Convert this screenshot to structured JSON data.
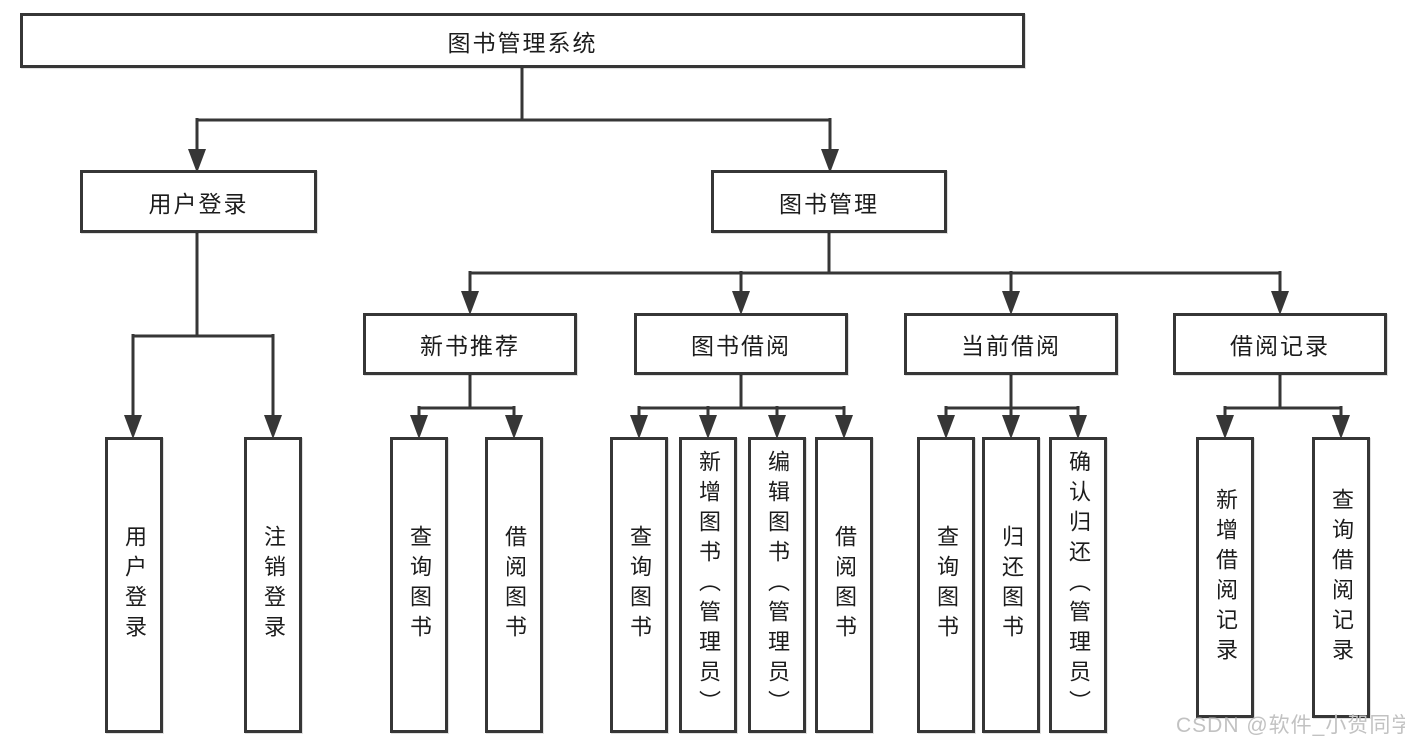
{
  "colors": {
    "line": "#363636",
    "text": "#1c1c1c",
    "watermark": "#c2c2c2"
  },
  "nodes": {
    "root": "图书管理系统",
    "user_login": "用户登录",
    "book_mgmt": "图书管理",
    "new_book_rec": "新书推荐",
    "book_borrow": "图书借阅",
    "current_borrow": "当前借阅",
    "borrow_record": "借阅记录",
    "ul_user_login": "用户登录",
    "ul_logout": "注销登录",
    "nb_query_book": "查询图书",
    "nb_borrow_book": "借阅图书",
    "bb_query_book": "查询图书",
    "bb_add_book": "新增图书（管理员）",
    "bb_edit_book": "编辑图书（管理员）",
    "bb_borrow_book": "借阅图书",
    "cb_query_book": "查询图书",
    "cb_return_book": "归还图书",
    "cb_confirm_return": "确认归还（管理员）",
    "br_add_record": "新增借阅记录",
    "br_query_record": "查询借阅记录"
  },
  "watermark": "CSDN @软件_小贺同学"
}
